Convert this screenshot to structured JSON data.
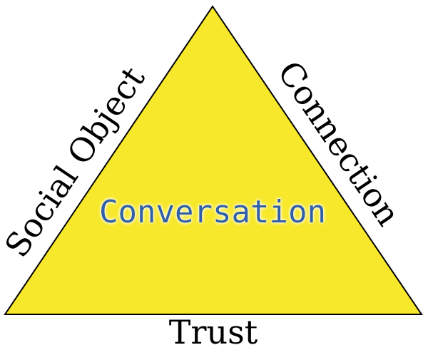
{
  "diagram": {
    "center_label": "Conversation",
    "left_label": "Social Object",
    "right_label": "Connection",
    "bottom_label": "Trust"
  },
  "colors": {
    "triangle_fill": "#F7E82C",
    "triangle_stroke": "#000000",
    "center_text": "#2E5FA8",
    "center_glow": "#FFFFFF",
    "edge_text": "#000000"
  }
}
